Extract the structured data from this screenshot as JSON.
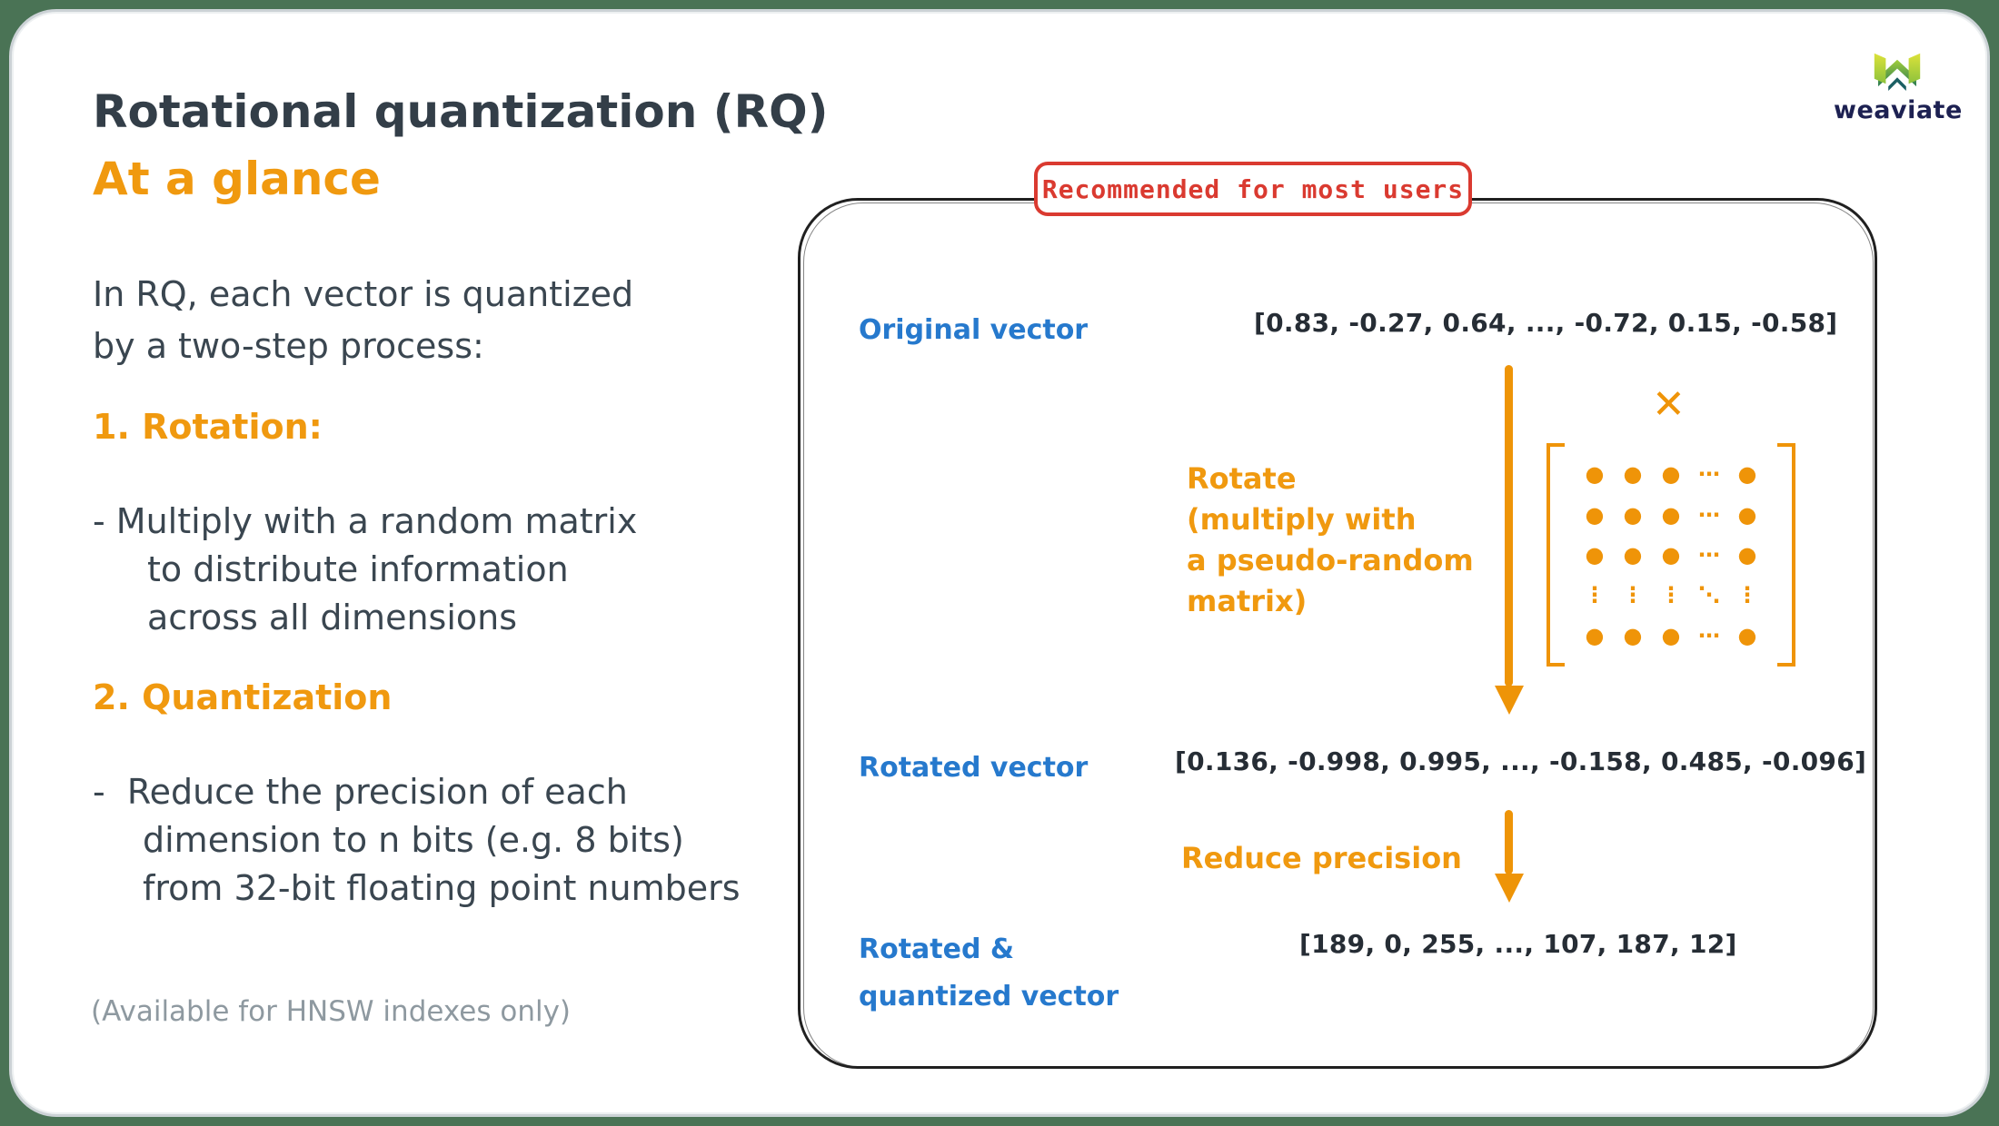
{
  "header": {
    "title": "Rotational quantization (RQ)",
    "subtitle": "At a glance"
  },
  "logo": {
    "brand": "weaviate"
  },
  "left": {
    "intro_lines": [
      "In RQ, each vector is quantized",
      "by a two-step process:"
    ],
    "step1_heading": "1. Rotation:",
    "step1_lines": [
      "- Multiply with a random matrix",
      "to distribute information",
      "across all dimensions"
    ],
    "step2_heading": "2. Quantization",
    "step2_lines": [
      "-  Reduce the precision of each",
      "dimension to n bits (e.g. 8 bits)",
      "from 32-bit floating point numbers"
    ],
    "note": "(Available for HNSW indexes only)"
  },
  "diagram": {
    "badge": "Recommended for most users",
    "original_label": "Original vector",
    "original_vector": "[0.83, -0.27, 0.64, ..., -0.72, 0.15, -0.58]",
    "rotate_lines": [
      "Rotate",
      "(multiply with",
      "a pseudo-random",
      "matrix)"
    ],
    "multiply_sign": "✕",
    "matrix_rows": [
      [
        "●",
        "●",
        "●",
        "⋯",
        "●"
      ],
      [
        "●",
        "●",
        "●",
        "⋯",
        "●"
      ],
      [
        "●",
        "●",
        "●",
        "⋯",
        "●"
      ],
      [
        "⋮",
        "⋮",
        "⋮",
        "⋱",
        "⋮"
      ],
      [
        "●",
        "●",
        "●",
        "⋯",
        "●"
      ]
    ],
    "rotated_label": "Rotated vector",
    "rotated_vector": "[0.136, -0.998, 0.995, ..., -0.158, 0.485, -0.096]",
    "reduce_label": "Reduce precision",
    "quantized_label_lines": [
      "Rotated &",
      "quantized vector"
    ],
    "quantized_vector": "[189, 0, 255, ..., 107, 187, 12]"
  },
  "colors": {
    "accent_orange": "#f0990f",
    "accent_blue": "#2679cd",
    "accent_red": "#da3a30",
    "ink": "#333e48",
    "muted": "#8e99a0",
    "background_green": "#4a7355"
  }
}
